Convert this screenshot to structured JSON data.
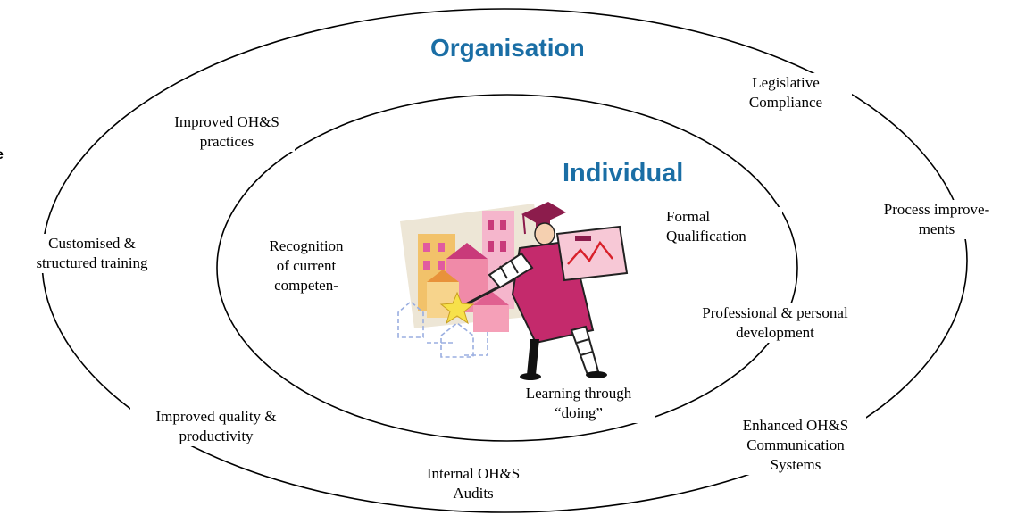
{
  "diagram": {
    "titles": {
      "organisation": "Organisation",
      "individual": "Individual",
      "color": "#1a6ea5"
    },
    "outer_labels": {
      "legislative_compliance": "Legislative\nCompliance",
      "process_improvements": "Process improve-\nments",
      "enhanced_communication": "Enhanced OH&S\nCommunication\nSystems",
      "internal_audits": "Internal OH&S\nAudits",
      "improved_quality": "Improved quality &\nproductivity",
      "customised_training": "Customised  &\nstructured training",
      "improved_practices": "Improved OH&S\npractices"
    },
    "inner_labels": {
      "formal_qualification": "Formal\nQualification",
      "professional_development": "Professional & personal\ndevelopment",
      "learning_through_doing": "Learning through\n“doing”",
      "recognition": "Recognition\nof current\ncompeten-"
    },
    "clipart": "graduate-with-diploma-and-star-wand-illustration",
    "stray_glyph": "e"
  }
}
